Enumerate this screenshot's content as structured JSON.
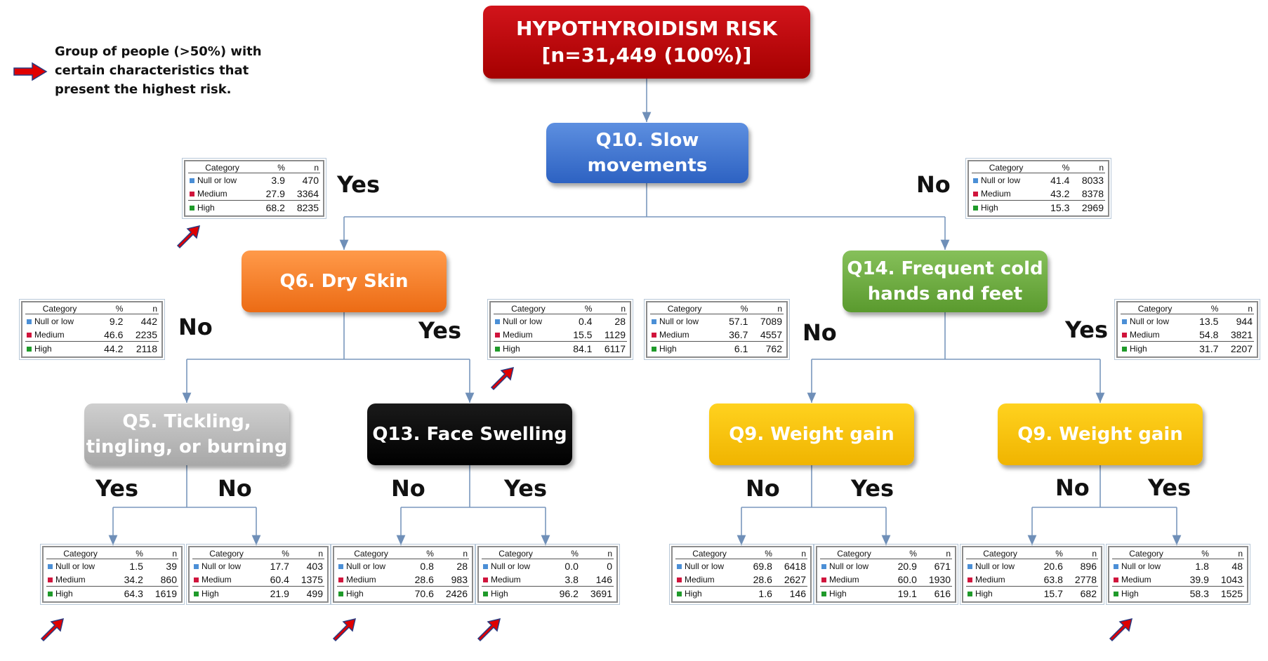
{
  "legend": {
    "text": "Group of people (>50%) with\ncertain characteristics that\npresent the highest risk.",
    "icon": "red-arrow-icon"
  },
  "colors": {
    "root": "#c00000",
    "q10": "#3a6fd0",
    "q6": "#f07a24",
    "q14": "#6aaa3a",
    "q5": "#b5b5b5",
    "q13": "#000000",
    "q9": "#ffc000",
    "null_or_low": "#4b8fd6",
    "medium": "#d0143c",
    "high": "#1f9a2a"
  },
  "nodes": [
    {
      "id": "root",
      "cls": "root",
      "label": "HYPOTHYROIDISM RISK\n[n=31,449 (100%)]"
    },
    {
      "id": "q10",
      "cls": "blue",
      "label": "Q10. Slow\nmovements"
    },
    {
      "id": "q6",
      "cls": "orange",
      "label": "Q6. Dry Skin"
    },
    {
      "id": "q14",
      "cls": "green",
      "label": "Q14. Frequent cold\nhands and feet"
    },
    {
      "id": "q5",
      "cls": "gray",
      "label": "Q5. Tickling,\ntingling, or burning"
    },
    {
      "id": "q13",
      "cls": "black",
      "label": "Q13. Face Swelling"
    },
    {
      "id": "q9a",
      "cls": "yellow",
      "label": "Q9. Weight gain"
    },
    {
      "id": "q9b",
      "cls": "yellow",
      "label": "Q9. Weight gain"
    }
  ],
  "edge_labels": [
    {
      "id": "q10-yes",
      "text": "Yes"
    },
    {
      "id": "q10-no",
      "text": "No"
    },
    {
      "id": "q6-no",
      "text": "No"
    },
    {
      "id": "q6-yes",
      "text": "Yes"
    },
    {
      "id": "q14-no",
      "text": "No"
    },
    {
      "id": "q14-yes",
      "text": "Yes"
    },
    {
      "id": "q5-yes",
      "text": "Yes"
    },
    {
      "id": "q5-no",
      "text": "No"
    },
    {
      "id": "q13-no",
      "text": "No"
    },
    {
      "id": "q13-yes",
      "text": "Yes"
    },
    {
      "id": "q9a-no",
      "text": "No"
    },
    {
      "id": "q9a-yes",
      "text": "Yes"
    },
    {
      "id": "q9b-no",
      "text": "No"
    },
    {
      "id": "q9b-yes",
      "text": "Yes"
    }
  ],
  "table_header": {
    "category": "Category",
    "percent": "%",
    "n": "n"
  },
  "categories": [
    "Null or low",
    "Medium",
    "High"
  ],
  "stats": [
    {
      "id": "q10-yes",
      "highest_risk": true,
      "rows": [
        [
          "3.9",
          "470"
        ],
        [
          "27.9",
          "3364"
        ],
        [
          "68.2",
          "8235"
        ]
      ]
    },
    {
      "id": "q10-no",
      "highest_risk": false,
      "rows": [
        [
          "41.4",
          "8033"
        ],
        [
          "43.2",
          "8378"
        ],
        [
          "15.3",
          "2969"
        ]
      ]
    },
    {
      "id": "q6-no",
      "highest_risk": false,
      "rows": [
        [
          "9.2",
          "442"
        ],
        [
          "46.6",
          "2235"
        ],
        [
          "44.2",
          "2118"
        ]
      ]
    },
    {
      "id": "q6-yes",
      "highest_risk": true,
      "rows": [
        [
          "0.4",
          "28"
        ],
        [
          "15.5",
          "1129"
        ],
        [
          "84.1",
          "6117"
        ]
      ]
    },
    {
      "id": "q14-no",
      "highest_risk": false,
      "rows": [
        [
          "57.1",
          "7089"
        ],
        [
          "36.7",
          "4557"
        ],
        [
          "6.1",
          "762"
        ]
      ]
    },
    {
      "id": "q14-yes",
      "highest_risk": false,
      "rows": [
        [
          "13.5",
          "944"
        ],
        [
          "54.8",
          "3821"
        ],
        [
          "31.7",
          "2207"
        ]
      ]
    },
    {
      "id": "q5-yes",
      "highest_risk": true,
      "rows": [
        [
          "1.5",
          "39"
        ],
        [
          "34.2",
          "860"
        ],
        [
          "64.3",
          "1619"
        ]
      ]
    },
    {
      "id": "q5-no",
      "highest_risk": false,
      "rows": [
        [
          "17.7",
          "403"
        ],
        [
          "60.4",
          "1375"
        ],
        [
          "21.9",
          "499"
        ]
      ]
    },
    {
      "id": "q13-no",
      "highest_risk": true,
      "rows": [
        [
          "0.8",
          "28"
        ],
        [
          "28.6",
          "983"
        ],
        [
          "70.6",
          "2426"
        ]
      ]
    },
    {
      "id": "q13-yes",
      "highest_risk": true,
      "rows": [
        [
          "0.0",
          "0"
        ],
        [
          "3.8",
          "146"
        ],
        [
          "96.2",
          "3691"
        ]
      ]
    },
    {
      "id": "q9a-no",
      "highest_risk": false,
      "rows": [
        [
          "69.8",
          "6418"
        ],
        [
          "28.6",
          "2627"
        ],
        [
          "1.6",
          "146"
        ]
      ]
    },
    {
      "id": "q9a-yes",
      "highest_risk": false,
      "rows": [
        [
          "20.9",
          "671"
        ],
        [
          "60.0",
          "1930"
        ],
        [
          "19.1",
          "616"
        ]
      ]
    },
    {
      "id": "q9b-no",
      "highest_risk": false,
      "rows": [
        [
          "20.6",
          "896"
        ],
        [
          "63.8",
          "2778"
        ],
        [
          "15.7",
          "682"
        ]
      ]
    },
    {
      "id": "q9b-yes",
      "highest_risk": true,
      "rows": [
        [
          "1.8",
          "48"
        ],
        [
          "39.9",
          "1043"
        ],
        [
          "58.3",
          "1525"
        ]
      ]
    }
  ]
}
